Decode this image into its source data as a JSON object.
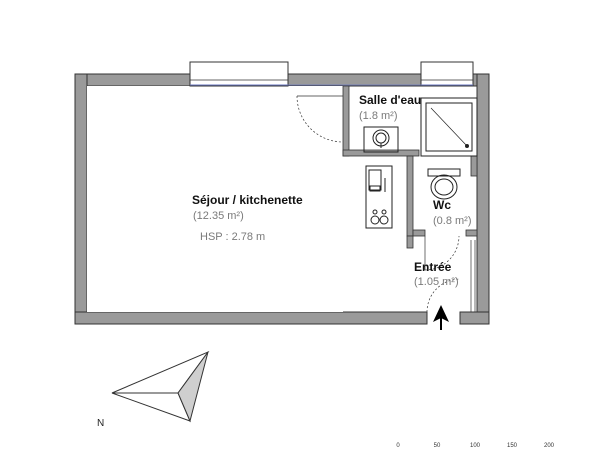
{
  "rooms": {
    "sejour": {
      "name": "Séjour / kitchenette",
      "area": "(12.35 m²)",
      "hsp": "HSP : 2.78 m"
    },
    "salle_eau": {
      "name": "Salle d'eau",
      "area": "(1.8 m²)"
    },
    "wc": {
      "name": "Wc",
      "area": "(0.8 m²)"
    },
    "entree": {
      "name": "Entrée",
      "area": "(1.05 m²)"
    }
  },
  "compass": {
    "label": "N"
  },
  "scale": {
    "ticks": [
      "0",
      "50",
      "100",
      "150",
      "200"
    ]
  },
  "colors": {
    "wall": "#9a9a9a",
    "wall_outline": "#333333",
    "window_line": "#6b79c4",
    "fixture": "#222222"
  }
}
